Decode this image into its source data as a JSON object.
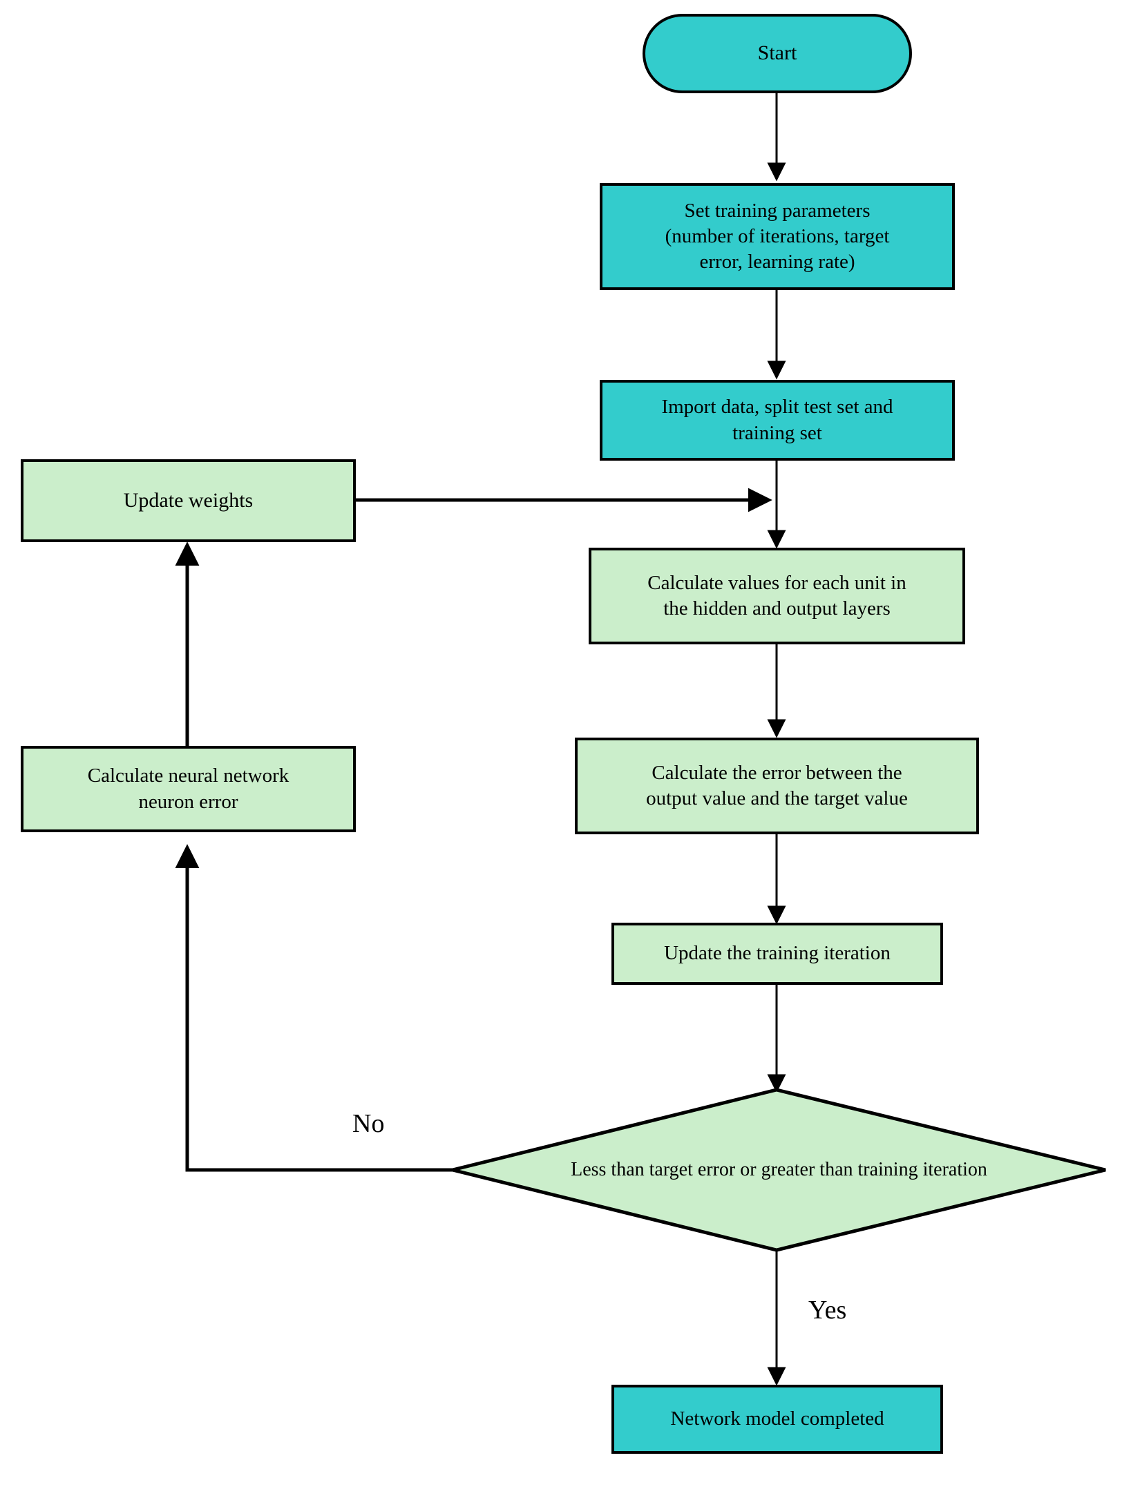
{
  "diagram": {
    "type": "flowchart",
    "title": "Neural network training flowchart",
    "orientation": "top-to-bottom",
    "colors": {
      "teal": "#33cccc",
      "green": "#cbeecb",
      "stroke": "#000000",
      "background": "#ffffff",
      "text": "#000000"
    }
  },
  "nodes": {
    "start": {
      "label": "Start",
      "shape": "stadium",
      "fill": "#33cccc"
    },
    "set_params": {
      "label": "Set training parameters\n(number of iterations, target\nerror, learning rate)",
      "shape": "rectangle",
      "fill": "#33cccc"
    },
    "import_data": {
      "label": "Import data, split test set and\ntraining set",
      "shape": "rectangle",
      "fill": "#33cccc"
    },
    "update_weights": {
      "label": "Update weights",
      "shape": "rectangle",
      "fill": "#cbeecb"
    },
    "calc_values": {
      "label": "Calculate values for each unit in\nthe hidden and output layers",
      "shape": "rectangle",
      "fill": "#cbeecb"
    },
    "calc_error": {
      "label": "Calculate the error between the\noutput value and the target value",
      "shape": "rectangle",
      "fill": "#cbeecb"
    },
    "calc_neuron_error": {
      "label": "Calculate neural network\nneuron error",
      "shape": "rectangle",
      "fill": "#cbeecb"
    },
    "update_iteration": {
      "label": "Update the training iteration",
      "shape": "rectangle",
      "fill": "#cbeecb"
    },
    "decision": {
      "label": "Less than target error or greater than training iteration",
      "shape": "diamond",
      "fill": "#cbeecb"
    },
    "completed": {
      "label": "Network model completed",
      "shape": "rectangle",
      "fill": "#33cccc"
    }
  },
  "edge_labels": {
    "no": "No",
    "yes": "Yes"
  }
}
